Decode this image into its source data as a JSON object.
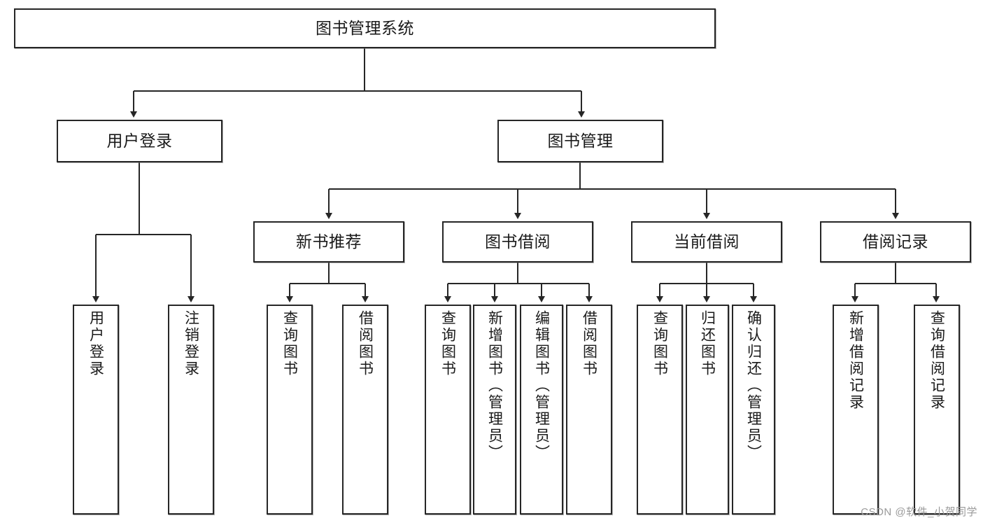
{
  "diagram": {
    "title": "图书管理系统",
    "type": "tree-hierarchy-chart",
    "orientation": "top-down",
    "stroke_color": "#262626",
    "fill_color": "#ffffff",
    "text_color": "#1a1a1a"
  },
  "nodes": {
    "root": {
      "label": "图书管理系统"
    },
    "level1": [
      {
        "label": "用户登录"
      },
      {
        "label": "图书管理"
      }
    ],
    "level2": [
      {
        "label": "新书推荐"
      },
      {
        "label": "图书借阅"
      },
      {
        "label": "当前借阅"
      },
      {
        "label": "借阅记录"
      }
    ],
    "leaves": {
      "user_login": [
        {
          "label": "用户登录"
        },
        {
          "label": "注销登录"
        }
      ],
      "new_book_recommend": [
        {
          "label": "查询图书"
        },
        {
          "label": "借阅图书"
        }
      ],
      "book_borrow": [
        {
          "label": "查询图书"
        },
        {
          "label": "新增图书（管理员）"
        },
        {
          "label": "编辑图书（管理员）"
        },
        {
          "label": "借阅图书"
        }
      ],
      "current_borrow": [
        {
          "label": "查询图书"
        },
        {
          "label": "归还图书"
        },
        {
          "label": "确认归还（管理员）"
        }
      ],
      "borrow_record": [
        {
          "label": "新增借阅记录"
        },
        {
          "label": "查询借阅记录"
        }
      ]
    }
  },
  "watermark": {
    "text": "CSDN @软件_小贺同学"
  }
}
